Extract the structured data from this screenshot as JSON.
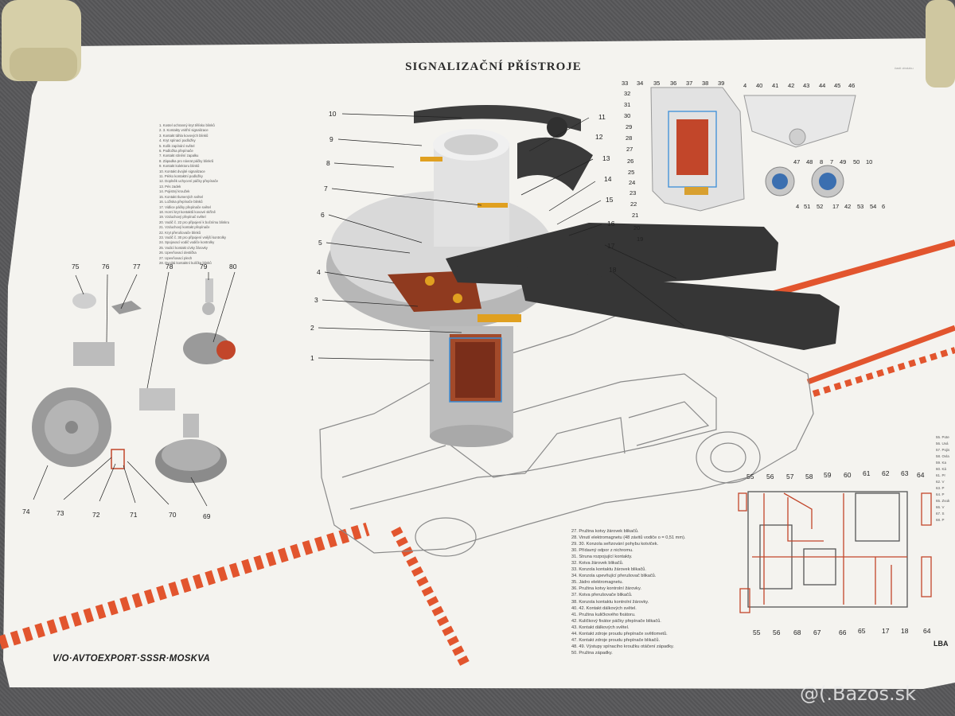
{
  "poster": {
    "title": "SIGNALIZAČNÍ PŘÍSTROJE",
    "publisher": "V/O·AVTOEXPORT·SSSR·MOSKVA",
    "watermark": "@(.Bazos.sk",
    "corner_logo": "LBA",
    "top_right_note": "časti obrázku"
  },
  "callouts": {
    "main": [
      "1",
      "2",
      "3",
      "4",
      "5",
      "6",
      "7",
      "8",
      "9",
      "10",
      "11",
      "12",
      "13",
      "14",
      "15",
      "16",
      "17",
      "18"
    ],
    "relay_top": [
      "33",
      "34",
      "35",
      "36",
      "37",
      "38",
      "39"
    ],
    "relay_left": [
      "32",
      "31",
      "30",
      "29",
      "28",
      "27",
      "26",
      "25",
      "24",
      "23",
      "22",
      "21",
      "20",
      "19"
    ],
    "switch_top": [
      "4",
      "40",
      "41",
      "42",
      "43",
      "44",
      "45",
      "46"
    ],
    "switch_mid": [
      "47",
      "48",
      "8",
      "7",
      "49",
      "50",
      "10"
    ],
    "switch_bottom": [
      "4",
      "51",
      "52",
      "17",
      "42",
      "53",
      "54",
      "6"
    ],
    "parts": [
      "75",
      "76",
      "77",
      "78",
      "79",
      "80",
      "74",
      "73",
      "72",
      "71",
      "70",
      "69"
    ],
    "wiring_top": [
      "55",
      "56",
      "57",
      "58",
      "59",
      "60",
      "61",
      "62",
      "63",
      "64"
    ],
    "wiring_bottom": [
      "55",
      "56",
      "68",
      "67",
      "66",
      "65",
      "17",
      "18",
      "64"
    ]
  },
  "legend_left": [
    "1. Kostel ochranný kryt tělísko blinků",
    "2. 3. Kontakty vnitřní signalizace",
    "3. Kontakt táhla kovových blinků",
    "4. Kryt spínací podložky",
    "5. Kolík zapínání světel",
    "6. Podložka přepínače",
    "7. Kontakt stínění zapalku",
    "8. Západka pro návrat páčky blinkrů",
    "9. Kontakt kolektoru blinků",
    "10. Kontakt dvojité signalizace",
    "11. Pérko kontaktní podložky",
    "12. Doplněk uchycení páčky přepínače",
    "13. Pés zadek",
    "14. Pojistný kroužek",
    "15. Kontakt tlumených světel",
    "16. Ložiska přepínače blinků",
    "17. Vidlice páčky přepínače světel",
    "18. Horní kryt kontaktů kovové skříně",
    "19. Vzduchový přepínač světel",
    "20. Vodič č. 22 pro připojení k bočnímu blinkru",
    "21. Vzduchový kontakt přepínače",
    "22. Kryt přerušovače blinků",
    "23. Vodič č. 30 pro připojení vnější kontrolky",
    "24. Spojovací vodič vodiče kontrolky",
    "25. Vodicí kontakt cívky žárovky",
    "26. Upevňovací destička",
    "27. Upevňovací plech",
    "28. Dvojitá kontaktní kulička blinků"
  ],
  "legend_bottom": [
    "27. Pružina kotvy žárovek blikačů.",
    "28. Vinutí elektromagnetu (48 závitů vodiče o = 0,51 mm).",
    "29. 30. Konzola seřizování pohybu kotviček.",
    "30. Přídavný odpor z nichromu.",
    "31. Struna rozpojující kontakty.",
    "32. Kotva žárovek blikačů.",
    "33. Konzola kontaktu žárovek blikačů.",
    "34. Konzola upevňující přerušovač blikačů.",
    "35. Jádro elektromagnetu.",
    "36. Pružina kotvy kontrolní žárovky.",
    "37. Kotva přerušovače blikačů.",
    "38. Konzola kontaktu kontrolní žárovky.",
    "40. 42. Kontakt dálkových světel.",
    "41. Pružina kuličkového fixátoru.",
    "42. Kuličkový fixátor páčky přepínače blikačů.",
    "43. Kontakt dálkových světel.",
    "44. Kontakt zdroje proudu přepínače světlometů.",
    "47. Kontakt zdroje proudu přepínače blikačů.",
    "48. 49. Výstupy spínacího kroužku otáčení západky.",
    "50. Pružina západky."
  ],
  "legend_right": [
    "55. Pote",
    "56. Uvá",
    "57. Pojis",
    "58. Ovla",
    "59. Ka",
    "60. Ká",
    "61. Pr",
    "62. V",
    "63. P",
    "64. P",
    "65. Zvuk",
    "66. V",
    "67. S",
    "68. P"
  ],
  "colors": {
    "paper": "#f4f3ef",
    "accent_red": "#e2552e",
    "lever_dark": "#333333",
    "housing_grey": "#b9b9b9",
    "copper": "#a34a2a",
    "floor": "#5a5a5c"
  }
}
